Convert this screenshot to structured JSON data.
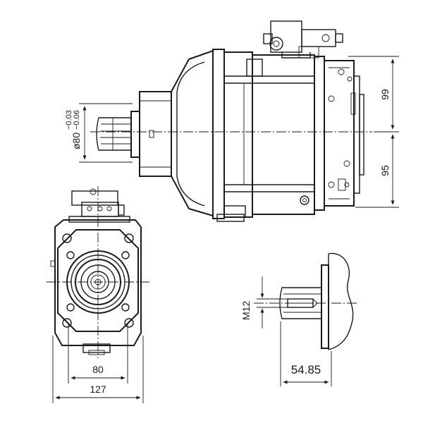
{
  "dimensions": {
    "side_upper": "99",
    "side_lower": "95",
    "shaft_diameter_base": "ø80",
    "shaft_diameter_upper_tol": "−0.03",
    "shaft_diameter_lower_tol": "−0.06",
    "front_bolt_spacing": "80",
    "front_overall_width": "127",
    "thread_size": "M12",
    "shaft_length": "54.85"
  }
}
